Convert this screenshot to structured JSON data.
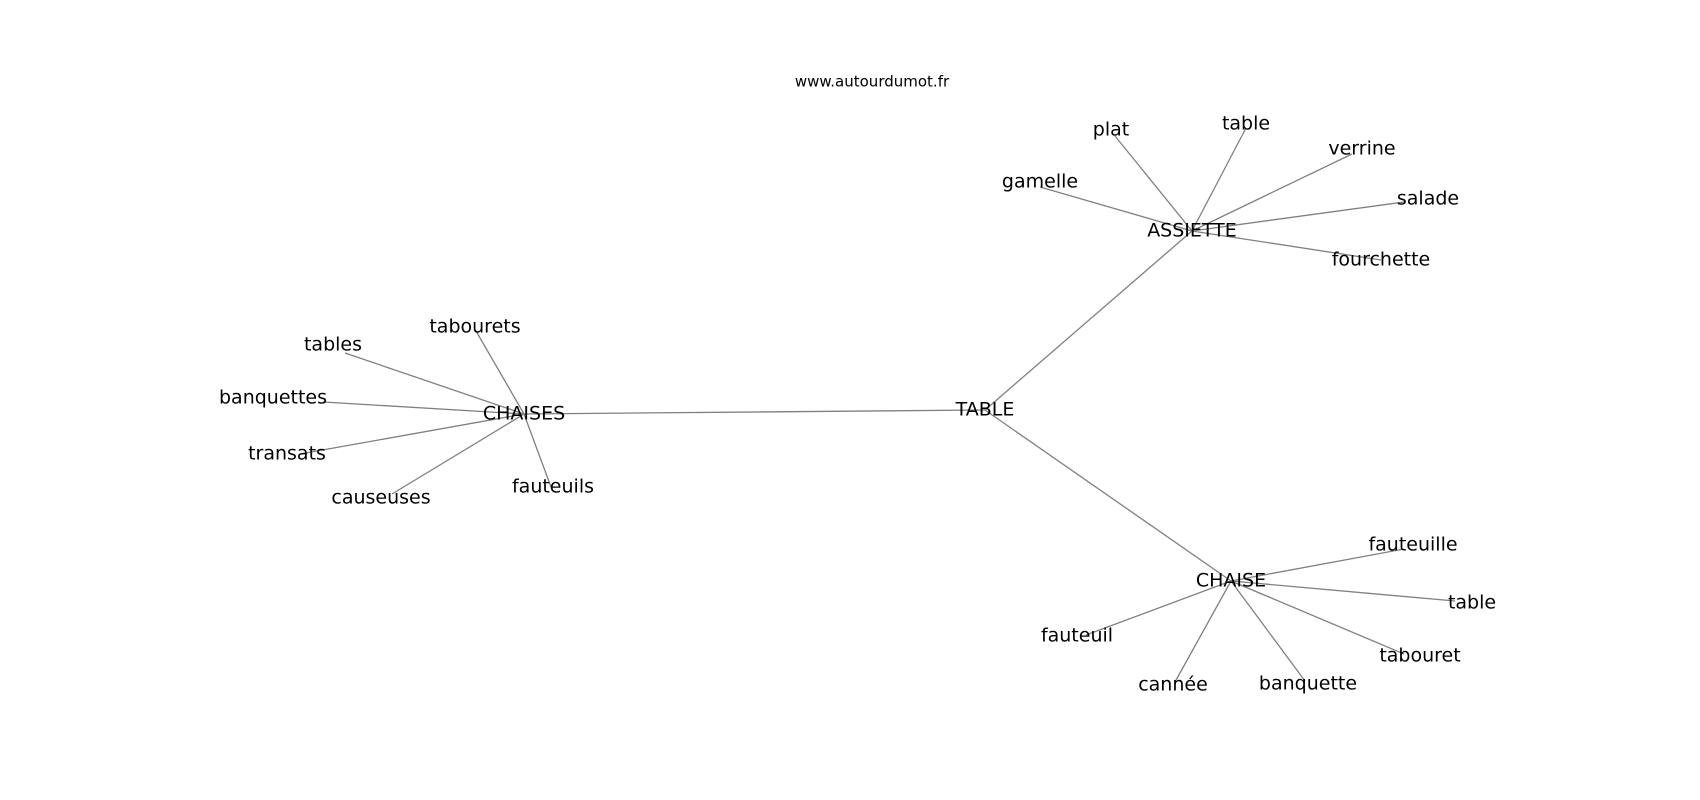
{
  "site": "www.autourdumot.fr",
  "graph": {
    "center": "TABLE",
    "groups": [
      {
        "hub": "CHAISES",
        "leaves": [
          "tabourets",
          "tables",
          "banquettes",
          "transats",
          "causeuses",
          "fauteuils"
        ]
      },
      {
        "hub": "ASSIETTE",
        "leaves": [
          "plat",
          "table",
          "verrine",
          "gamelle",
          "salade",
          "fourchette"
        ]
      },
      {
        "hub": "CHAISE",
        "leaves": [
          "fauteuille",
          "table",
          "tabouret",
          "banquette",
          "cannée",
          "fauteuil"
        ]
      }
    ]
  }
}
